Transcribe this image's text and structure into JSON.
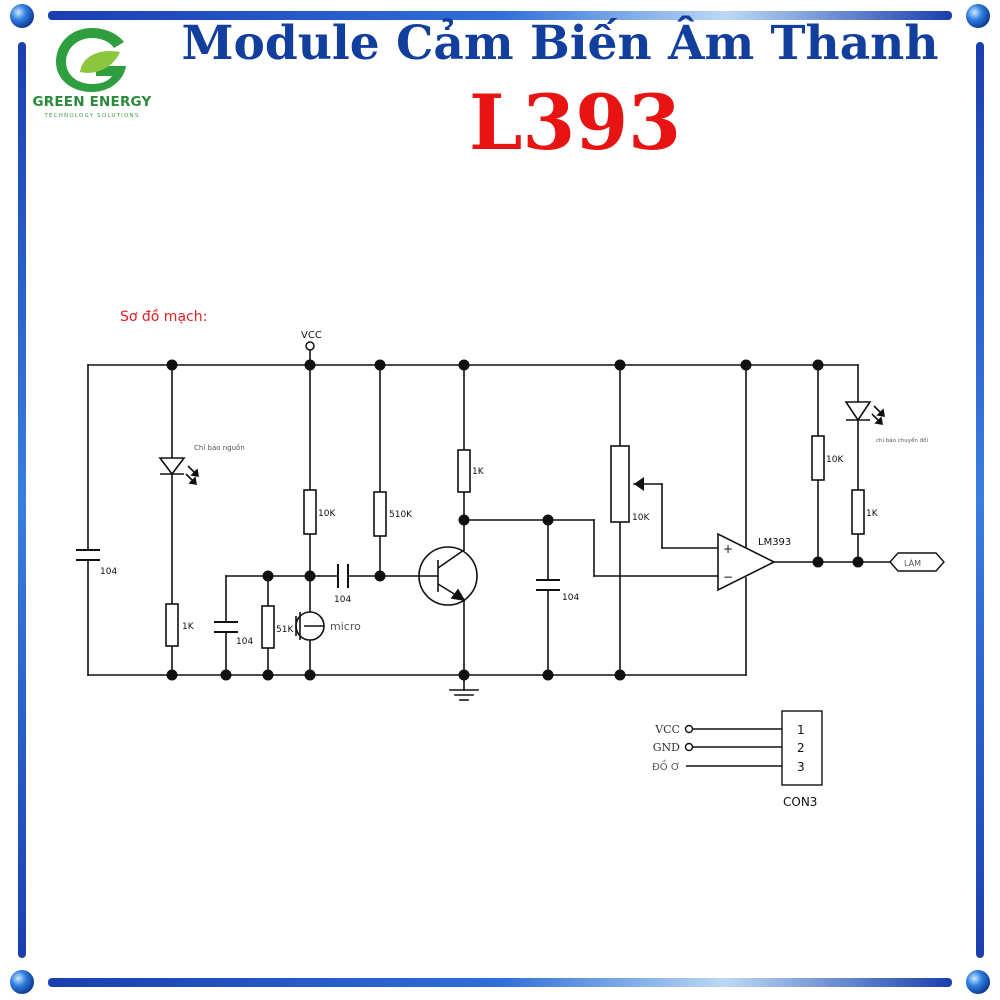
{
  "brand": {
    "name": "GREEN ENERGY",
    "tagline": "TECHNOLOGY SOLUTIONS"
  },
  "header": {
    "title": "Module Cảm Biến Âm Thanh",
    "subtitle": "L393"
  },
  "diagram": {
    "section_label": "Sơ đồ mạch:",
    "vcc_label": "VCC",
    "power_led_label": "Chỉ báo nguồn",
    "switch_led_label": "chỉ báo chuyển đổi",
    "c1_value": "104",
    "r_led1_value": "1K",
    "c2_value": "104",
    "r_51k_value": "51K",
    "mic_label": "micro",
    "r_10k_bias_value": "10K",
    "c_couple_value": "104",
    "r_510k_value": "510K",
    "r_collector_value": "1K",
    "c3_value": "104",
    "pot_value": "10K",
    "comparator_label": "LM393",
    "plus_sign": "+",
    "minus_sign": "−",
    "r_pullup_value": "10K",
    "r_led2_value": "1K",
    "output_label": "LÀM",
    "connector": {
      "name": "CON3",
      "pins": [
        {
          "label": "VCC",
          "number": "1"
        },
        {
          "label": "GND",
          "number": "2"
        },
        {
          "label": "ĐỒ Ơ",
          "number": "3"
        }
      ]
    }
  },
  "colors": {
    "frame_blue": "#1f4fbf",
    "title_blue": "#123e9e",
    "subtitle_red": "#e81414",
    "brand_green": "#2a8a3a",
    "section_red": "#e02020"
  }
}
